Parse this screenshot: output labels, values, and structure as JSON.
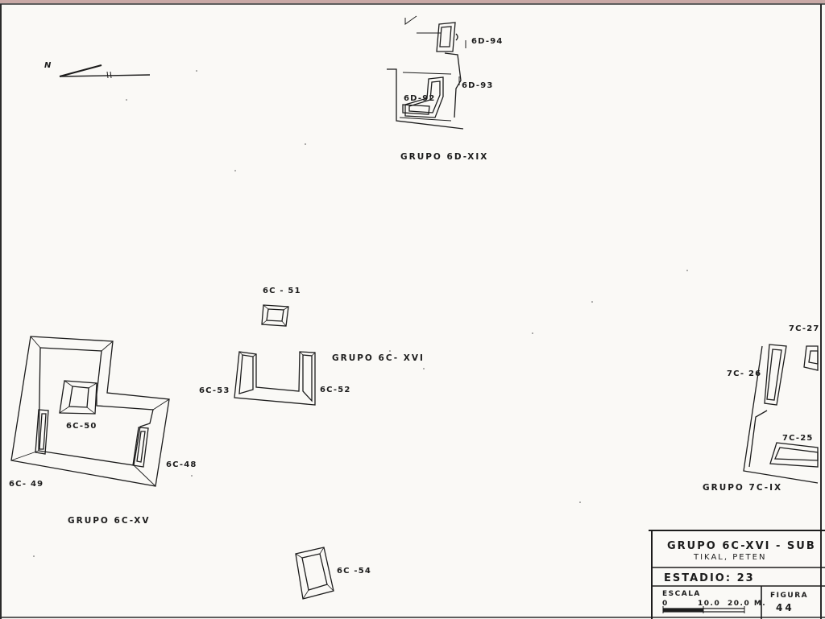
{
  "north_label": "N",
  "structures": {
    "s6d94": "6D-94",
    "s6d93": "6D-93",
    "s6d92": "6D-92",
    "s6c51": "6C - 51",
    "s6c53": "6C-53",
    "s6c52": "6C-52",
    "s6c50": "6C-50",
    "s6c48": "6C-48",
    "s6c49": "6C- 49",
    "s6c54": "6C -54",
    "s7c27": "7C-27",
    "s7c26": "7C- 26",
    "s7c25": "7C-25"
  },
  "groups": {
    "g6dxix": "GRUPO 6D-XIX",
    "g6cxvi": "GRUPO 6C- XVI",
    "g6cxv": "GRUPO 6C-XV",
    "g7cix": "GRUPO 7C-IX"
  },
  "title_block": {
    "title": "GRUPO 6C-XVI - SUB",
    "subtitle": "TIKAL, PETEN",
    "stage_label": "ESTADIO: 23",
    "scale_label": "ESCALA",
    "scale_ticks": [
      "0",
      "10.0",
      "20.0 M."
    ],
    "figure_label": "FIGURA",
    "figure_number": "44"
  }
}
